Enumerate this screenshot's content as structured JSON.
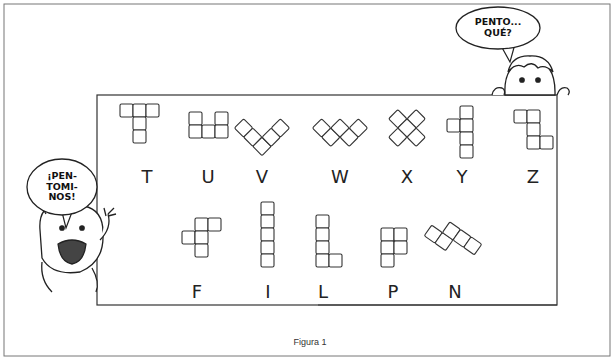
{
  "diagram": {
    "caption": "Figura 1",
    "nodes": [
      {
        "text": [
          "PENTO... QUÉ?"
        ]
      },
      {
        "text": [
          "¡PEN- TOMI- NOS!"
        ]
      }
    ],
    "labels": [
      "T",
      "U",
      "V",
      "W",
      "X",
      "Y",
      "Z",
      "F",
      "I",
      "L",
      "P",
      "N"
    ]
  }
}
